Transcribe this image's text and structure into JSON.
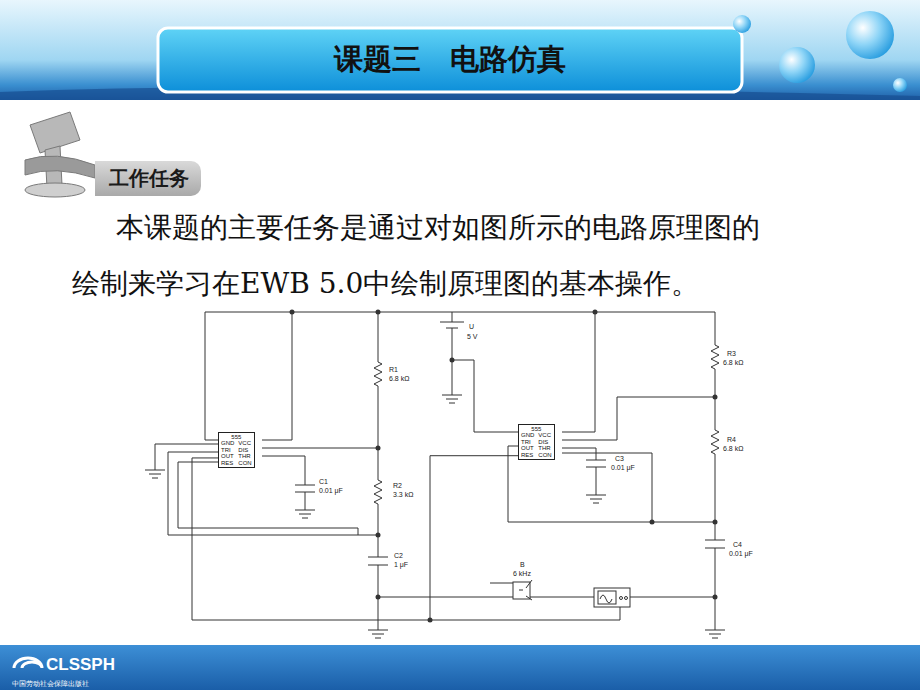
{
  "diagram": {
    "title": "课题三　电路仿真",
    "nodes": [
      {
        "text": [
          "工作任务"
        ]
      },
      {
        "text": [
          "555",
          "GND",
          "TRI",
          "OUT",
          "RES",
          "VCC",
          "DIS",
          "THR",
          "CON"
        ]
      },
      {
        "text": [
          "555",
          "GND",
          "TRI",
          "OUT",
          "RES",
          "VCC",
          "DIS",
          "THR",
          "CON"
        ]
      }
    ],
    "edges": [
      {
        "from": 1,
        "to": 2,
        "arrow": "none"
      }
    ],
    "labels": [
      "本课题的主要任务是通过对如图所示的电路原理图的绘制来学习在EWB 5.0中绘制原理图的基本操作。",
      "R1",
      "6.8 kΩ",
      "R2",
      "3.3 kΩ",
      "C1",
      "0.01 μF",
      "C2",
      "1 μF",
      "U",
      "5 V",
      "R3",
      "6.8 kΩ",
      "C3",
      "0.01 μF",
      "R4",
      "6.8 kΩ",
      "C4",
      "0.01 μF",
      "B",
      "6 kHz",
      "CLSSPH",
      "中国劳动社会保障出版社"
    ]
  }
}
